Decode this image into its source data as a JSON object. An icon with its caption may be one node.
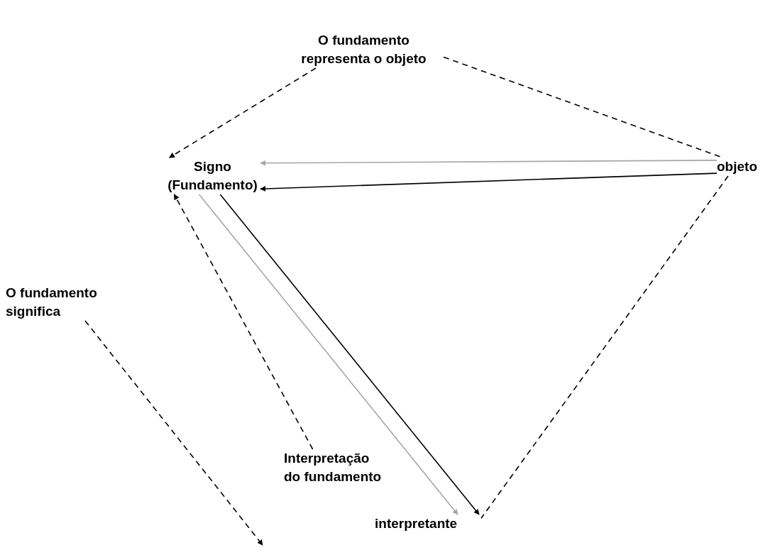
{
  "diagram": {
    "nodes": [
      {
        "text": [
          "O fundamento representa o objeto"
        ]
      },
      {
        "text": [
          "Signo (Fundamento)"
        ]
      },
      {
        "text": [
          "objeto"
        ]
      },
      {
        "text": [
          "O fundamento significa"
        ]
      },
      {
        "text": [
          "Interpretação do fundamento"
        ]
      },
      {
        "text": [
          "interpretante"
        ]
      }
    ],
    "edges": [
      {
        "from": 0,
        "to": 1,
        "arrow": "to",
        "style": "dashed"
      },
      {
        "from": 0,
        "to": 2,
        "arrow": "none",
        "style": "dashed"
      },
      {
        "from": 2,
        "to": 1,
        "arrow": "to",
        "color": "#a6a6a6"
      },
      {
        "from": 2,
        "to": 1,
        "arrow": "to"
      },
      {
        "from": 1,
        "to": 5,
        "arrow": "to"
      },
      {
        "from": 1,
        "to": 5,
        "arrow": "to",
        "color": "#a6a6a6"
      },
      {
        "from": 2,
        "to": 5,
        "arrow": "none",
        "style": "dashed"
      },
      {
        "from": 4,
        "to": 1,
        "arrow": "to",
        "style": "dashed"
      },
      {
        "from": 3,
        "to": null,
        "arrow": "to",
        "style": "dashed"
      }
    ]
  }
}
